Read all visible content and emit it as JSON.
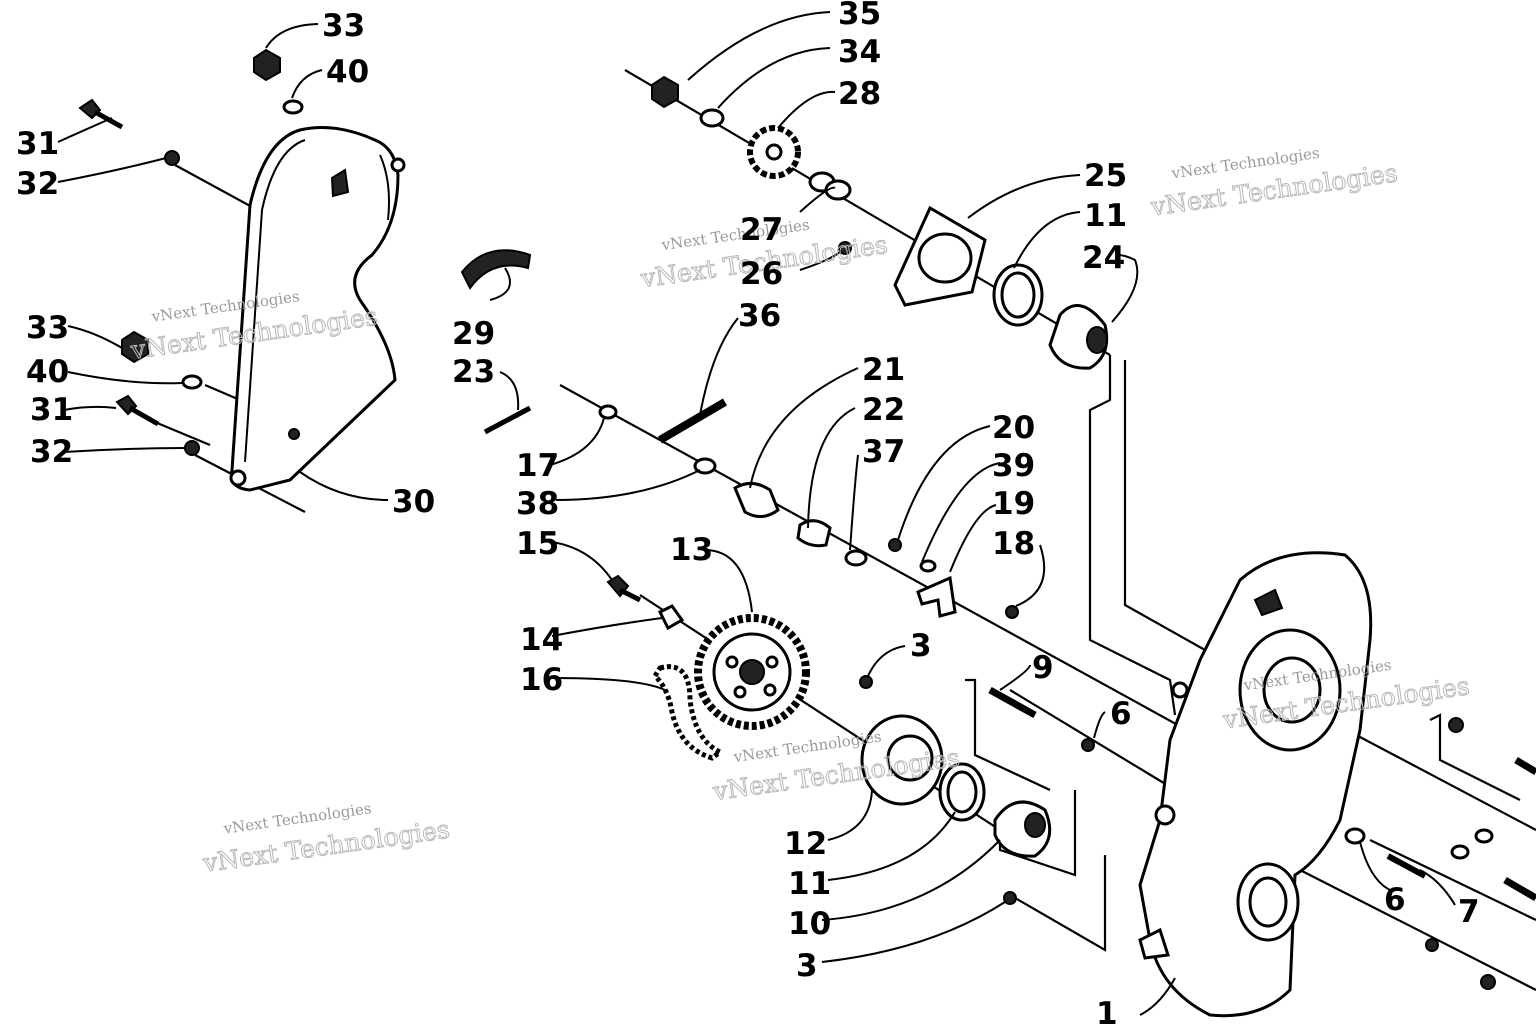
{
  "diagram": {
    "watermark_line1": "vNext Technologies",
    "watermark_line2": "vNext Technologies",
    "labels": {
      "l35": "35",
      "l34": "34",
      "l28": "28",
      "l33a": "33",
      "l40a": "40",
      "l31a": "31",
      "l32a": "32",
      "l25": "25",
      "l11a": "11",
      "l27": "27",
      "l26": "26",
      "l24": "24",
      "l29": "29",
      "l36": "36",
      "l33b": "33",
      "l40b": "40",
      "l23": "23",
      "l21": "21",
      "l31b": "31",
      "l22": "22",
      "l32b": "32",
      "l20": "20",
      "l37": "37",
      "l30": "30",
      "l39": "39",
      "l17": "17",
      "l19": "19",
      "l38": "38",
      "l18": "18",
      "l15": "15",
      "l13": "13",
      "l3a": "3",
      "l9": "9",
      "l14": "14",
      "l16": "16",
      "l6a": "6",
      "l12": "12",
      "l11b": "11",
      "l6b": "6",
      "l7": "7",
      "l10": "10",
      "l3b": "3",
      "l1": "1"
    }
  }
}
